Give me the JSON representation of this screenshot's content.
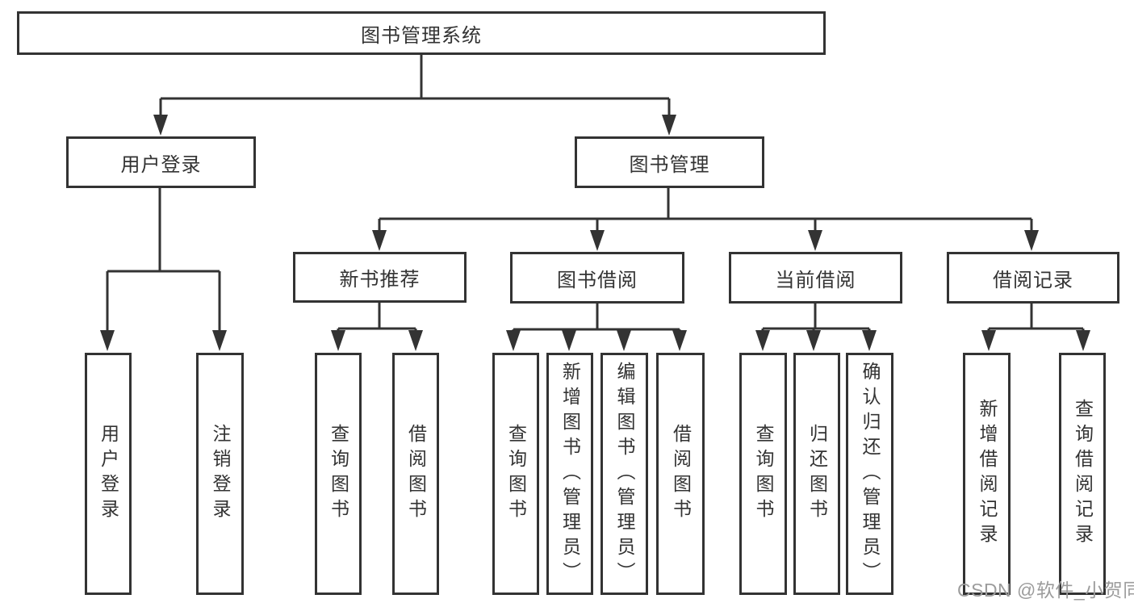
{
  "diagram": {
    "type": "hierarchy-tree",
    "tree": {
      "label": "图书管理系统",
      "children": [
        {
          "label": "用户登录",
          "children": [
            {
              "label": "用户登录"
            },
            {
              "label": "注销登录"
            }
          ]
        },
        {
          "label": "图书管理",
          "children": [
            {
              "label": "新书推荐",
              "children": [
                {
                  "label": "查询图书"
                },
                {
                  "label": "借阅图书"
                }
              ]
            },
            {
              "label": "图书借阅",
              "children": [
                {
                  "label": "查询图书"
                },
                {
                  "label": "新增图书（管理员）"
                },
                {
                  "label": "编辑图书（管理员）"
                },
                {
                  "label": "借阅图书"
                }
              ]
            },
            {
              "label": "当前借阅",
              "children": [
                {
                  "label": "查询图书"
                },
                {
                  "label": "归还图书"
                },
                {
                  "label": "确认归还（管理员）"
                }
              ]
            },
            {
              "label": "借阅记录",
              "children": [
                {
                  "label": "新增借阅记录"
                },
                {
                  "label": "查询借阅记录"
                }
              ]
            }
          ]
        }
      ]
    },
    "colors": {
      "line": "#333333",
      "box_border": "#333333",
      "text": "#333333",
      "background": "#ffffff",
      "watermark": "#9c9c9c"
    },
    "watermark": {
      "text": "CSDN @软件_小贺同学"
    }
  }
}
